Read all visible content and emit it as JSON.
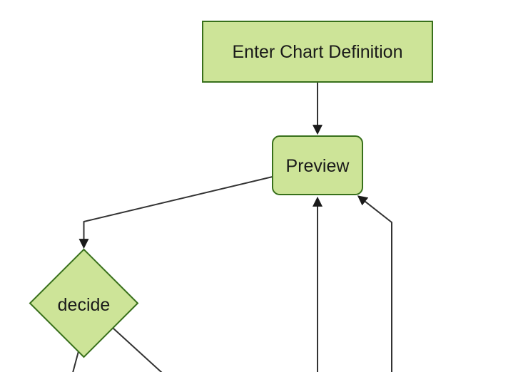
{
  "diagram": {
    "type": "flowchart",
    "orientation": "top-down",
    "nodes": [
      {
        "id": "enter-chart-definition",
        "label": "Enter Chart Definition",
        "shape": "rectangle"
      },
      {
        "id": "preview",
        "label": "Preview",
        "shape": "rounded-rectangle"
      },
      {
        "id": "decide",
        "label": "decide",
        "shape": "diamond"
      }
    ],
    "edges": [
      {
        "from": "enter-chart-definition",
        "to": "preview",
        "arrow": true
      },
      {
        "from": "preview",
        "to": "decide",
        "arrow": true
      },
      {
        "from": "offscreen-bottom",
        "to": "preview",
        "arrow": true
      },
      {
        "from": "offscreen-bottom-right",
        "to": "preview",
        "arrow": true
      },
      {
        "from": "decide",
        "to": "offscreen-bottom-left",
        "arrow": false
      },
      {
        "from": "decide",
        "to": "offscreen-bottom-right",
        "arrow": false
      }
    ]
  },
  "colors": {
    "node_fill": "#cde498",
    "node_border": "#38701b",
    "edge_stroke": "#333333",
    "arrow_fill": "#1a1a1a",
    "text": "#1a1a1a",
    "background": "#ffffff"
  }
}
